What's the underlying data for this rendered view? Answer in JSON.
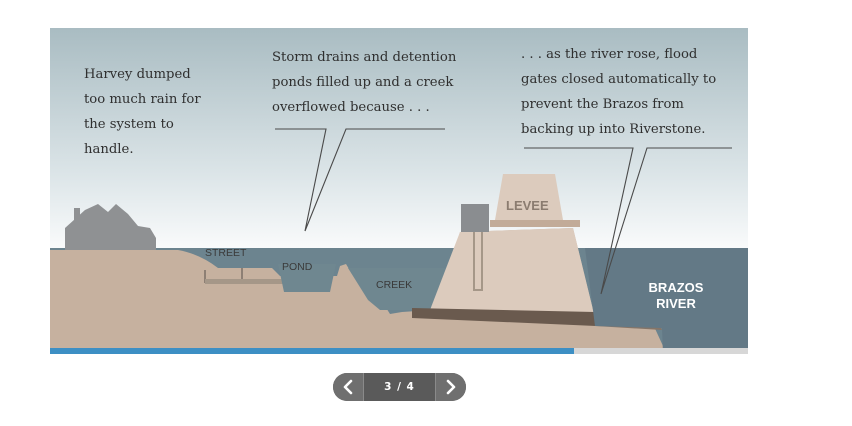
{
  "captions": {
    "harvey": "Harvey dumped\ntoo much rain for\nthe system to\nhandle.",
    "storm_drains": "Storm drains and detention\nponds filled up  and a creek\noverflowed because . . .",
    "river_rose": ". . . as the river rose, flood\ngates closed automatically to\nprevent the Brazos from\nbacking up into Riverstone."
  },
  "labels": {
    "street": "STREET",
    "pond": "POND",
    "creek": "CREEK",
    "levee": "LEVEE",
    "river_line1": "BRAZOS",
    "river_line2": "RIVER"
  },
  "progress": {
    "current": 3,
    "total": 4,
    "fraction": 0.75
  },
  "pager": {
    "prev_icon": "chevron-left-icon",
    "next_icon": "chevron-right-icon",
    "count_label": "3 / 4"
  },
  "colors": {
    "sky_top": "#a9bcc2",
    "ground": "#c6b19f",
    "levee": "#dccbbd",
    "water": "#6c848f",
    "river": "#637986",
    "progress": "#3d8fc4",
    "progress_track": "#d7d7d7"
  }
}
